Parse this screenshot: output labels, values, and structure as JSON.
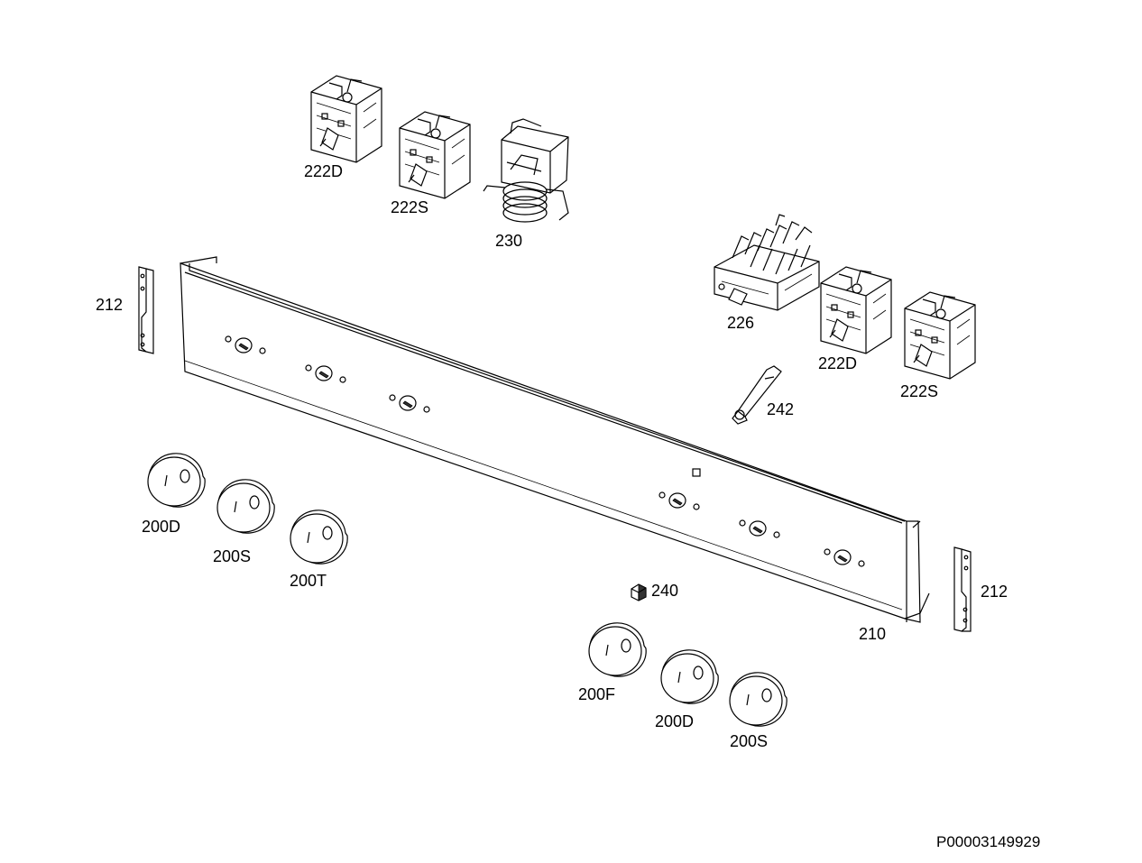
{
  "labels": {
    "switch_222d_top": "222D",
    "switch_222s_top": "222S",
    "thermostat_230": "230",
    "selector_226": "226",
    "switch_222d_right": "222D",
    "switch_222s_right": "222S",
    "bracket_212_left": "212",
    "bracket_212_right": "212",
    "holder_242": "242",
    "panel_210": "210",
    "lamp_240": "240",
    "knob_200d_left": "200D",
    "knob_200s_left": "200S",
    "knob_200t": "200T",
    "knob_200f": "200F",
    "knob_200d_bottom": "200D",
    "knob_200s_bottom": "200S"
  },
  "drawing_code": "P00003149929"
}
